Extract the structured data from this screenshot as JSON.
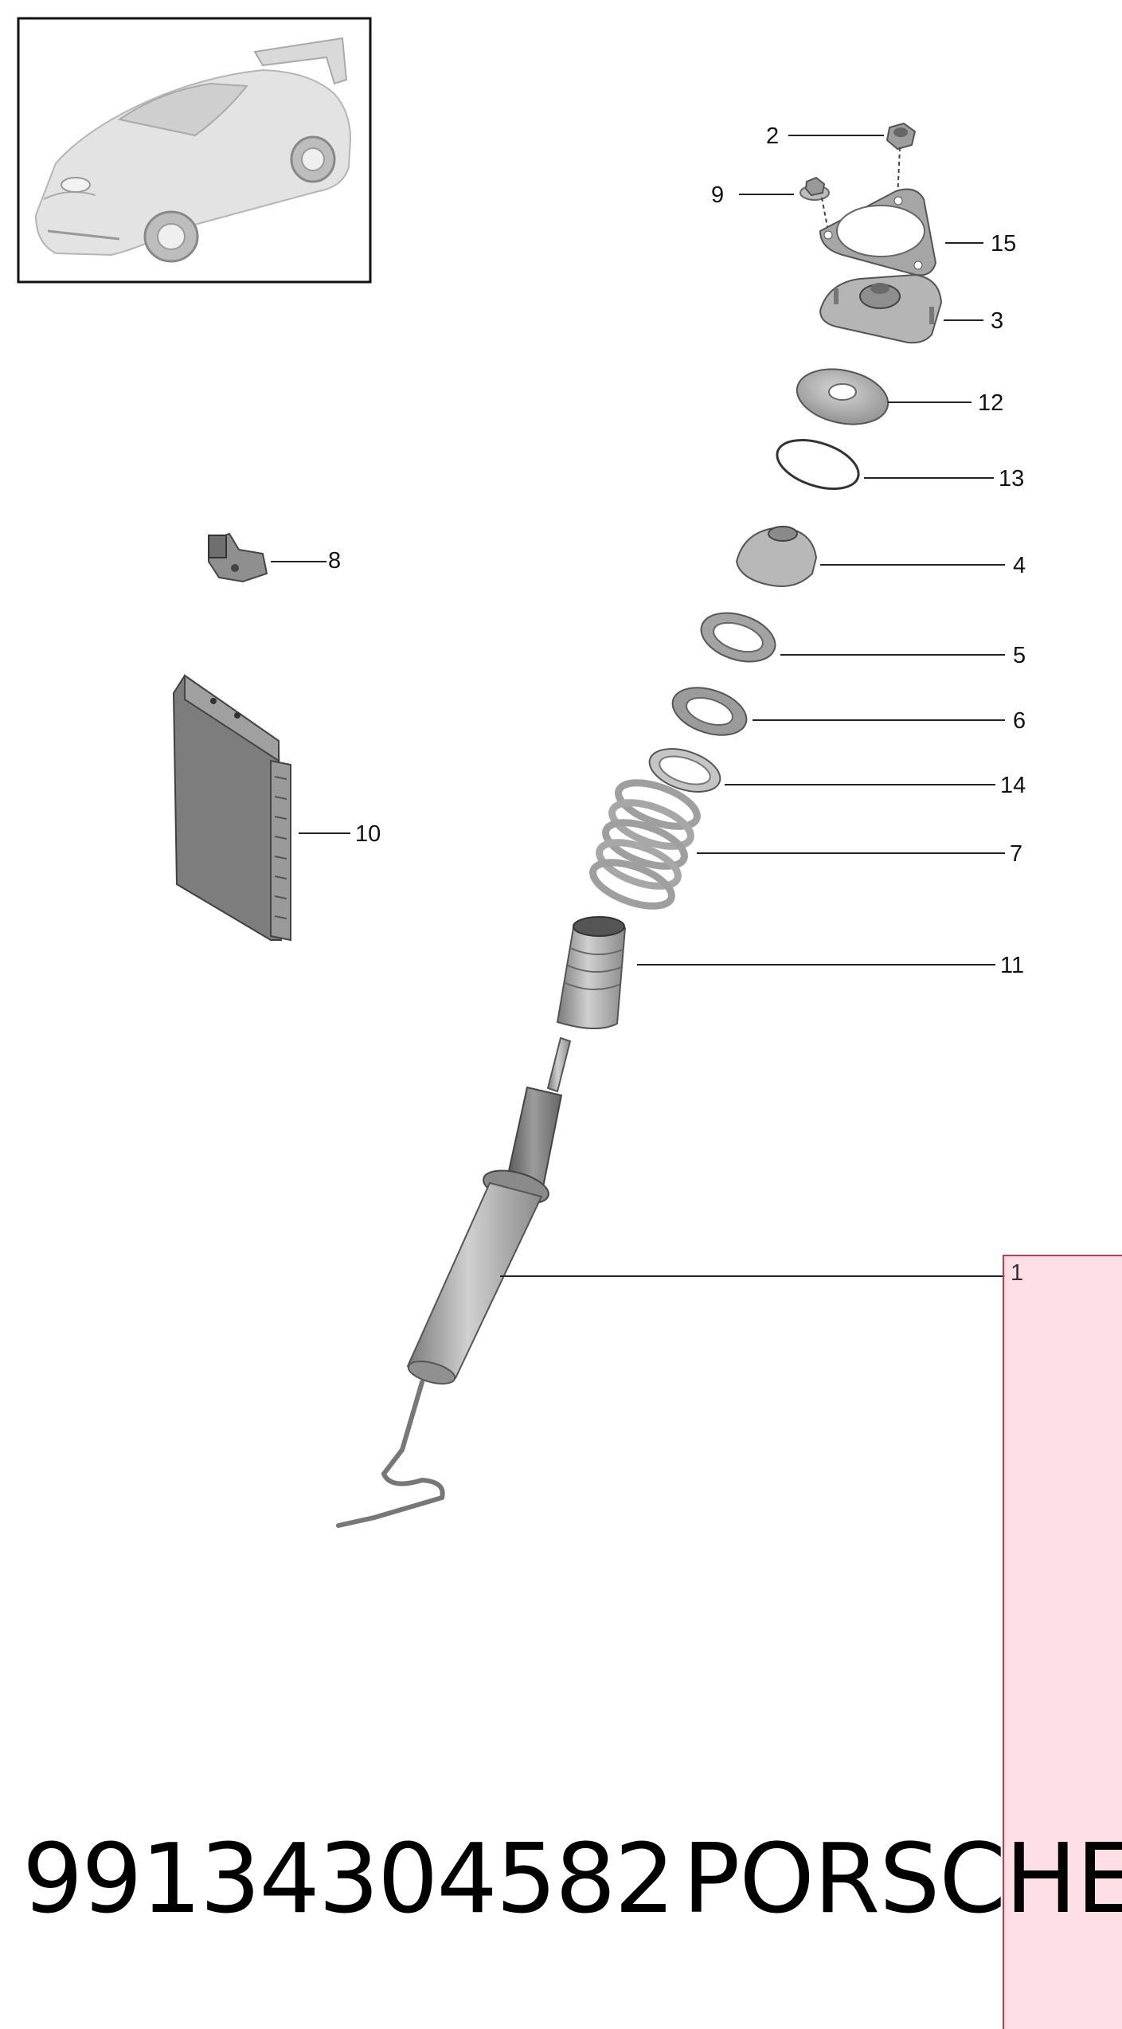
{
  "diagram": {
    "callouts": [
      {
        "id": "2",
        "label": "2"
      },
      {
        "id": "9",
        "label": "9"
      },
      {
        "id": "15",
        "label": "15"
      },
      {
        "id": "3",
        "label": "3"
      },
      {
        "id": "12",
        "label": "12"
      },
      {
        "id": "13",
        "label": "13"
      },
      {
        "id": "8",
        "label": "8"
      },
      {
        "id": "4",
        "label": "4"
      },
      {
        "id": "5",
        "label": "5"
      },
      {
        "id": "6",
        "label": "6"
      },
      {
        "id": "14",
        "label": "14"
      },
      {
        "id": "10",
        "label": "10"
      },
      {
        "id": "7",
        "label": "7"
      },
      {
        "id": "11",
        "label": "11"
      }
    ],
    "highlight": {
      "label": "1",
      "color": "#fcc4d0",
      "border_color": "#c8384f"
    }
  },
  "footer": {
    "part_number": "99134304582",
    "brand": "PORSCHE"
  },
  "colors": {
    "part_gray": "#9a9a9a",
    "part_dark": "#5e5e5e",
    "part_light": "#d8d8d8",
    "line": "#222222"
  }
}
